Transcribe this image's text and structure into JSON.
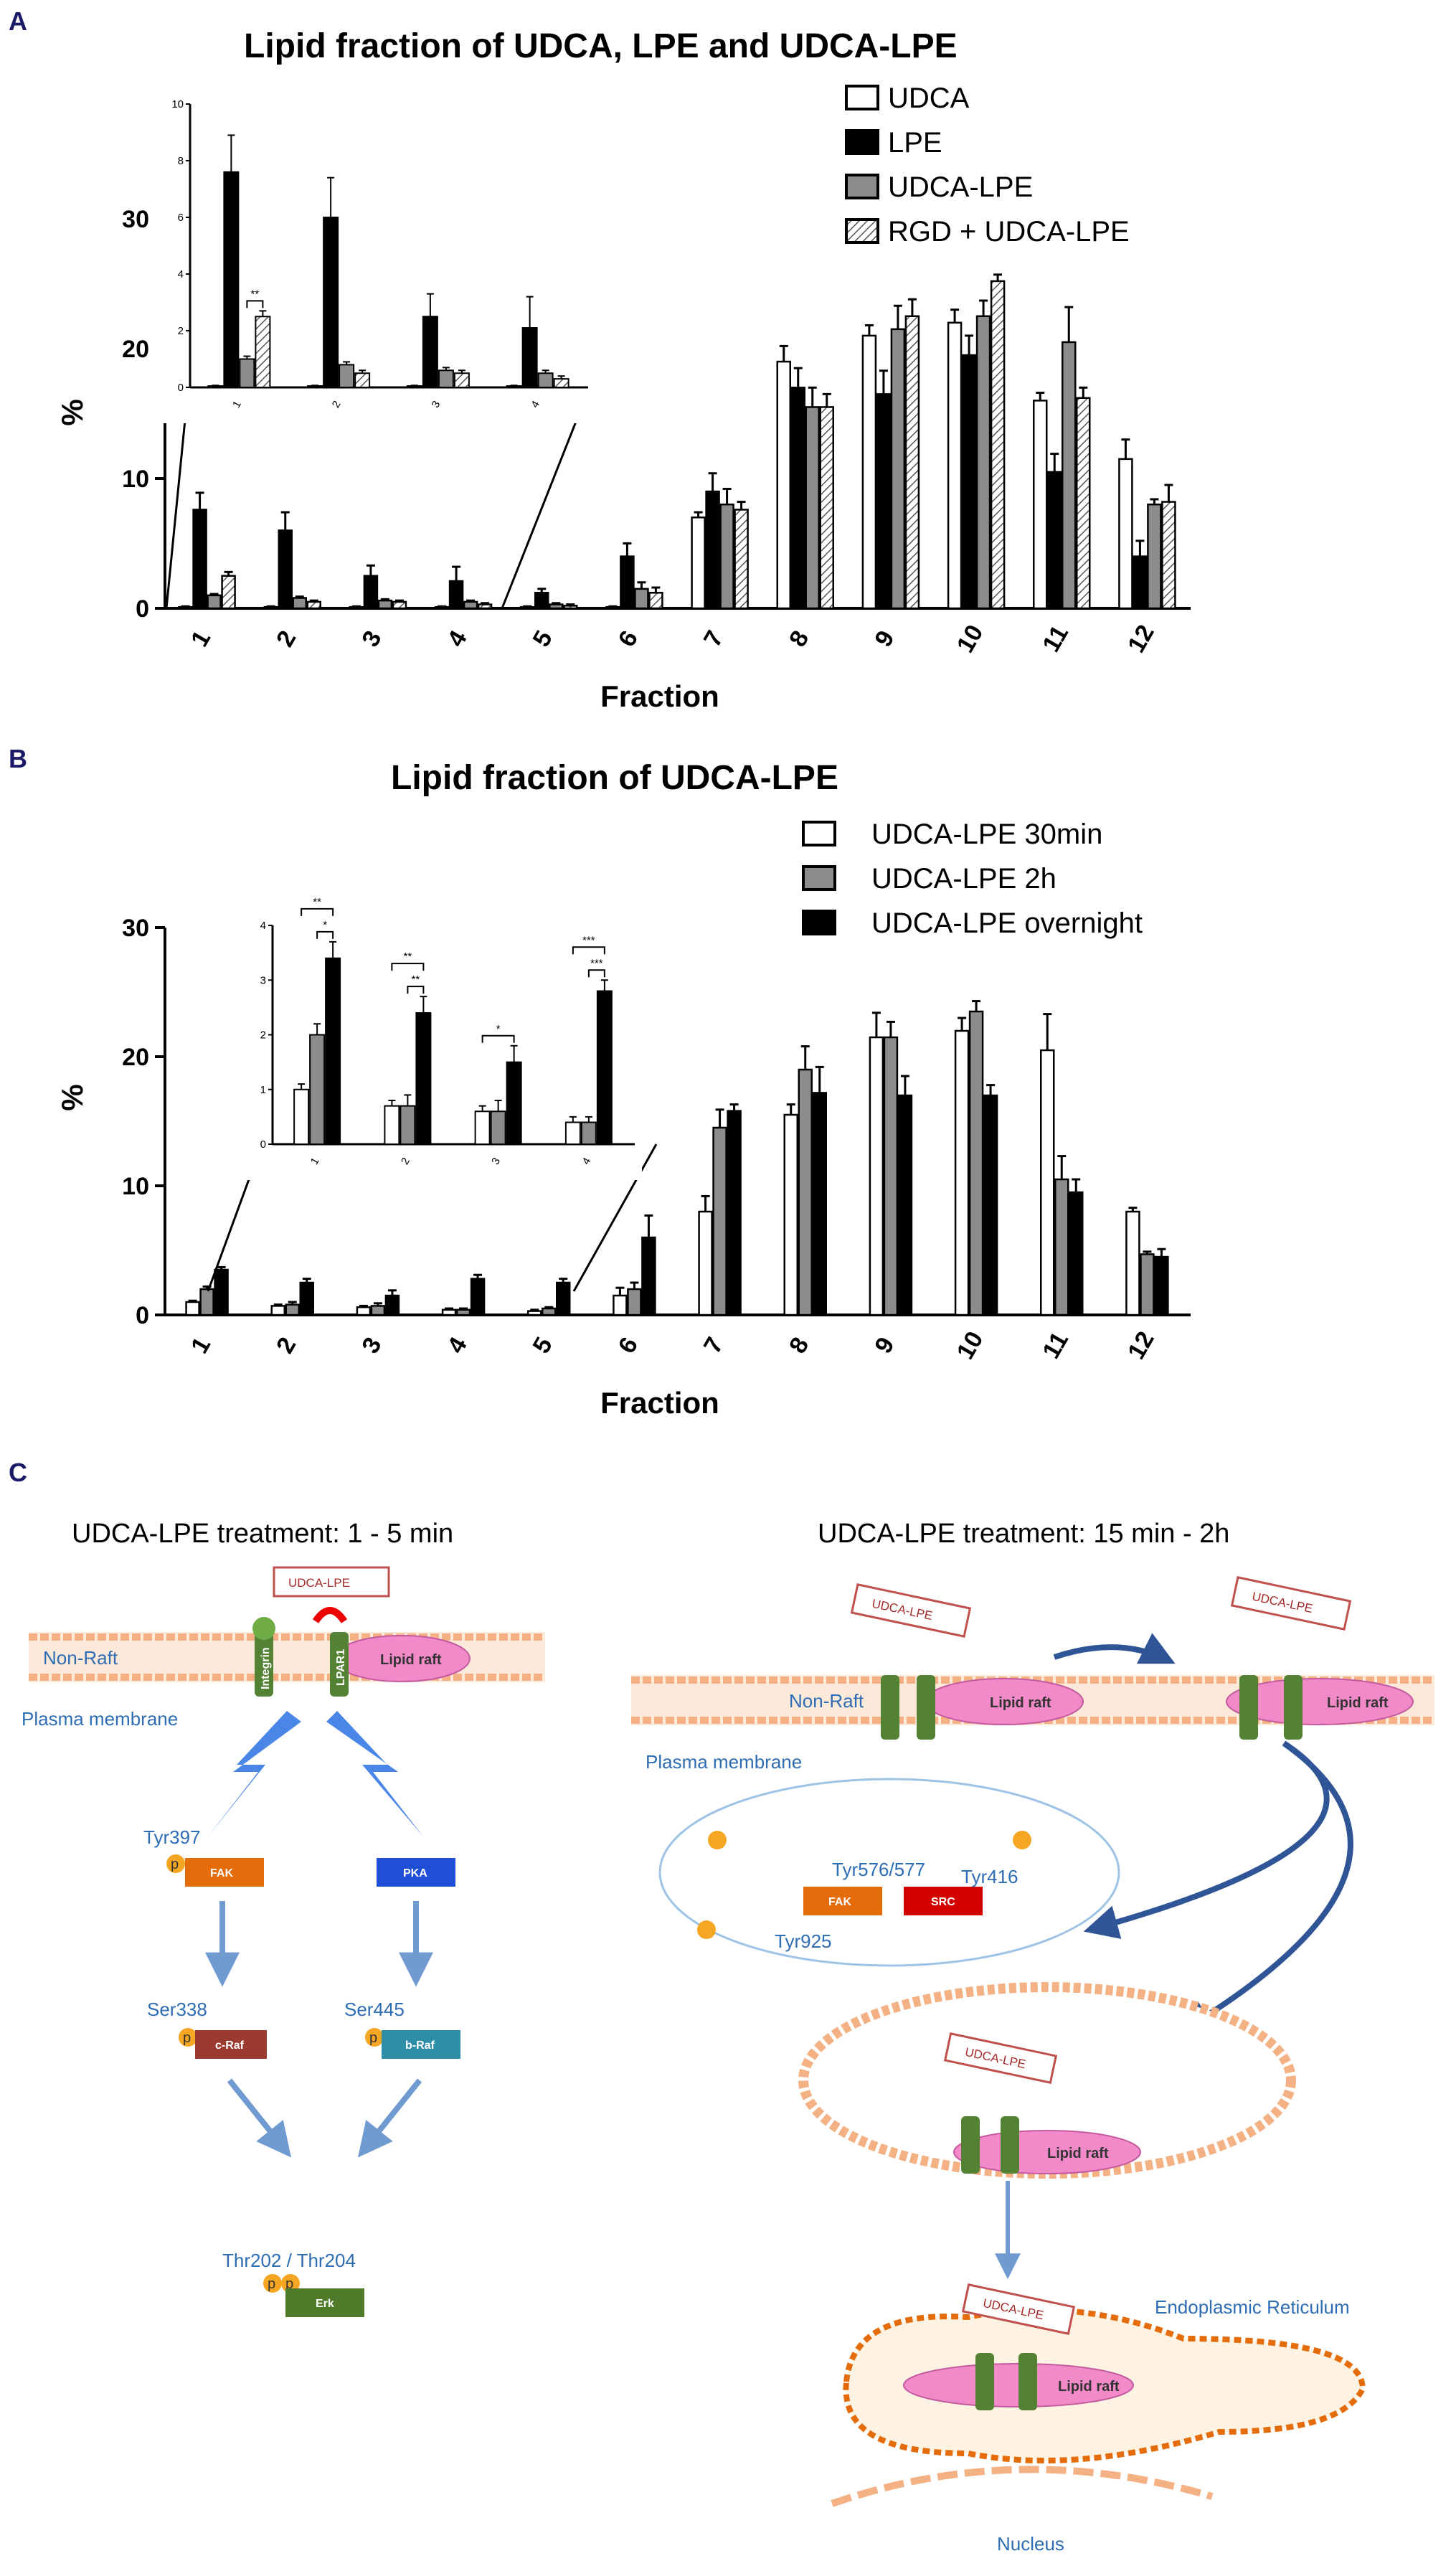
{
  "panels": {
    "a": "A",
    "b": "B",
    "c": "C"
  },
  "chart_data": [
    {
      "type": "bar",
      "title": "Lipid fraction of UDCA, LPE and UDCA-LPE",
      "xlabel": "Fraction",
      "ylabel": "%",
      "ylim": [
        0,
        30
      ],
      "yticks": [
        "0",
        "10",
        "20",
        "30"
      ],
      "categories": [
        "1",
        "2",
        "3",
        "4",
        "5",
        "6",
        "7",
        "8",
        "9",
        "10",
        "11",
        "12"
      ],
      "legend_position": "top-right",
      "series": [
        {
          "name": "UDCA",
          "fill": "#ffffff",
          "values": [
            0.1,
            0.1,
            0.1,
            0.1,
            0.1,
            0.1,
            7,
            19,
            21,
            22,
            16,
            11.5
          ],
          "errors": [
            0.05,
            0.05,
            0.05,
            0.05,
            0.05,
            0.05,
            0.4,
            1.2,
            0.8,
            1.0,
            0.6,
            1.5
          ]
        },
        {
          "name": "LPE",
          "fill": "#000000",
          "values": [
            7.6,
            6,
            2.5,
            2.1,
            1.2,
            4,
            9,
            17,
            16.5,
            19.5,
            10.5,
            4
          ],
          "errors": [
            1.3,
            1.4,
            0.8,
            1.1,
            0.3,
            1.0,
            1.4,
            1.5,
            1.8,
            1.5,
            1.4,
            1.2
          ]
        },
        {
          "name": "UDCA-LPE",
          "fill": "#8c8c8c",
          "values": [
            1,
            0.8,
            0.6,
            0.5,
            0.3,
            1.5,
            8,
            15.5,
            21.5,
            22.5,
            20.5,
            8
          ],
          "errors": [
            0.1,
            0.1,
            0.1,
            0.1,
            0.1,
            0.5,
            1.2,
            1.5,
            1.8,
            1.2,
            2.7,
            0.4
          ]
        },
        {
          "name": "RGD + UDCA-LPE",
          "fill": "hatch",
          "values": [
            2.5,
            0.5,
            0.5,
            0.3,
            0.2,
            1.2,
            7.6,
            15.5,
            22.5,
            25.2,
            16.2,
            8.2
          ],
          "errors": [
            0.3,
            0.1,
            0.1,
            0.1,
            0.1,
            0.4,
            0.6,
            1.0,
            1.3,
            0.5,
            0.8,
            1.3
          ]
        }
      ],
      "inset": {
        "categories": [
          "1",
          "2",
          "3",
          "4"
        ],
        "ylim": [
          0,
          10
        ],
        "yticks": [
          "0",
          "2",
          "4",
          "6",
          "8",
          "10"
        ],
        "series_values": [
          [
            0.05,
            0.05,
            0.05,
            0.05
          ],
          [
            7.6,
            6,
            2.5,
            2.1
          ],
          [
            1,
            0.8,
            0.6,
            0.5
          ],
          [
            2.5,
            0.5,
            0.5,
            0.3
          ]
        ],
        "series_errors": [
          [
            0.02,
            0.02,
            0.02,
            0.02
          ],
          [
            1.3,
            1.4,
            0.8,
            1.1
          ],
          [
            0.1,
            0.1,
            0.1,
            0.1
          ],
          [
            0.2,
            0.1,
            0.1,
            0.1
          ]
        ],
        "significance": [
          {
            "group": "1",
            "from": 2,
            "to": 3,
            "label": "**"
          }
        ]
      }
    },
    {
      "type": "bar",
      "title": "Lipid fraction of UDCA-LPE",
      "xlabel": "Fraction",
      "ylabel": "%",
      "ylim": [
        0,
        30
      ],
      "yticks": [
        "0",
        "10",
        "20",
        "30"
      ],
      "categories": [
        "1",
        "2",
        "3",
        "4",
        "5",
        "6",
        "7",
        "8",
        "9",
        "10",
        "11",
        "12"
      ],
      "legend_position": "top-right",
      "series": [
        {
          "name": "UDCA-LPE 30min",
          "fill": "#ffffff",
          "values": [
            1,
            0.7,
            0.6,
            0.4,
            0.3,
            1.5,
            8,
            15.5,
            21.5,
            22,
            20.5,
            8
          ],
          "errors": [
            0.1,
            0.1,
            0.1,
            0.1,
            0.1,
            0.6,
            1.2,
            0.8,
            1.9,
            1.0,
            2.8,
            0.3
          ]
        },
        {
          "name": "UDCA-LPE 2h",
          "fill": "#8c8c8c",
          "values": [
            2,
            0.8,
            0.7,
            0.4,
            0.5,
            2,
            14.5,
            19,
            21.5,
            23.5,
            10.5,
            4.7
          ],
          "errors": [
            0.2,
            0.2,
            0.2,
            0.1,
            0.1,
            0.5,
            1.4,
            1.8,
            1.2,
            0.8,
            1.8,
            0.2
          ]
        },
        {
          "name": "UDCA-LPE overnight",
          "fill": "#000000",
          "values": [
            3.5,
            2.5,
            1.5,
            2.8,
            2.5,
            6,
            15.8,
            17.2,
            17,
            17,
            9.5,
            4.5
          ],
          "errors": [
            0.2,
            0.3,
            0.4,
            0.3,
            0.3,
            1.7,
            0.5,
            2.0,
            1.5,
            0.8,
            1.0,
            0.6
          ]
        }
      ],
      "inset": {
        "categories": [
          "1",
          "2",
          "3",
          "4"
        ],
        "ylim": [
          0,
          4
        ],
        "yticks": [
          "0",
          "1",
          "2",
          "3",
          "4"
        ],
        "series_values": [
          [
            1,
            0.7,
            0.6,
            0.4
          ],
          [
            2,
            0.7,
            0.6,
            0.4
          ],
          [
            3.4,
            2.4,
            1.5,
            2.8
          ]
        ],
        "series_errors": [
          [
            0.1,
            0.1,
            0.1,
            0.1
          ],
          [
            0.2,
            0.2,
            0.2,
            0.1
          ],
          [
            0.3,
            0.3,
            0.3,
            0.2
          ]
        ],
        "significance": [
          {
            "group": "1",
            "from": 0,
            "to": 2,
            "label": "**",
            "level": 1
          },
          {
            "group": "1",
            "from": 1,
            "to": 2,
            "label": "*",
            "level": 0
          },
          {
            "group": "2",
            "from": 0,
            "to": 2,
            "label": "**",
            "level": 1
          },
          {
            "group": "2",
            "from": 1,
            "to": 2,
            "label": "**",
            "level": 0
          },
          {
            "group": "3",
            "from": 0,
            "to": 2,
            "label": "*",
            "level": 0
          },
          {
            "group": "4",
            "from": 0,
            "to": 2,
            "label": "***",
            "level": 1
          },
          {
            "group": "4",
            "from": 1,
            "to": 2,
            "label": "***",
            "level": 0
          }
        ]
      }
    }
  ],
  "diagram": {
    "left_title": "UDCA-LPE treatment: 1 - 5 min",
    "right_title": "UDCA-LPE treatment: 15 min - 2h",
    "drug": "UDCA-LPE",
    "non_raft": "Non-Raft",
    "lipid_raft": "Lipid raft",
    "integrin": "Integrin",
    "lpar1": "LPAR1",
    "plasma_membrane": "Plasma membrane",
    "tyr397": "Tyr397",
    "fak": "FAK",
    "pka": "PKA",
    "ser338": "Ser338",
    "ser445": "Ser445",
    "craf": "c-Raf",
    "braf": "b-Raf",
    "thr": "Thr202 / Thr204",
    "erk": "Erk",
    "p": "p",
    "tyr576": "Tyr576/577",
    "tyr416": "Tyr416",
    "tyr925": "Tyr925",
    "src": "SRC",
    "er": "Endoplasmic Reticulum",
    "nucleus": "Nucleus"
  }
}
